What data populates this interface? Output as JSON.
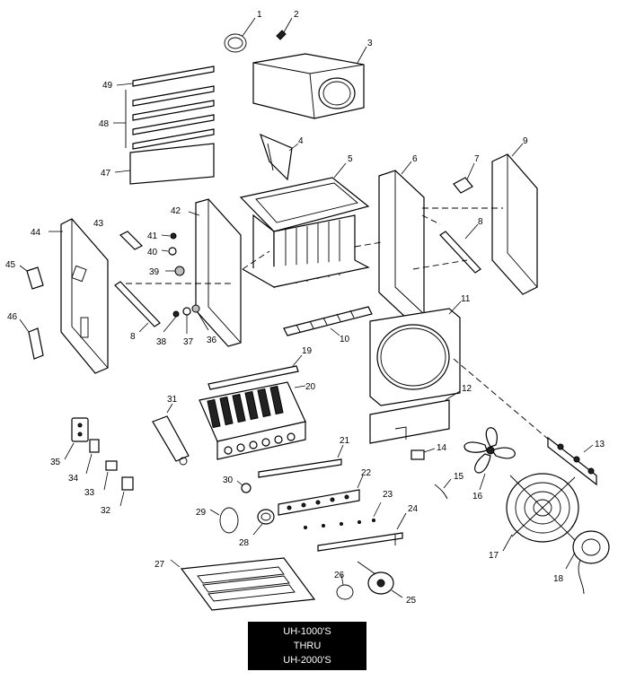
{
  "part_numbers": [
    "1",
    "2",
    "3",
    "4",
    "5",
    "6",
    "7",
    "8",
    "9",
    "10",
    "11",
    "12",
    "13",
    "14",
    "15",
    "16",
    "17",
    "18",
    "19",
    "20",
    "21",
    "22",
    "23",
    "24",
    "25",
    "26",
    "27",
    "28",
    "29",
    "30",
    "31",
    "32",
    "33",
    "34",
    "35",
    "36",
    "37",
    "38",
    "39",
    "40",
    "41",
    "42",
    "43",
    "44",
    "45",
    "46",
    "47",
    "48",
    "49"
  ],
  "second_label_8": "8",
  "model_label": {
    "line1": "UH-1000'S",
    "line2": "THRU",
    "line3": "UH-2000'S"
  }
}
